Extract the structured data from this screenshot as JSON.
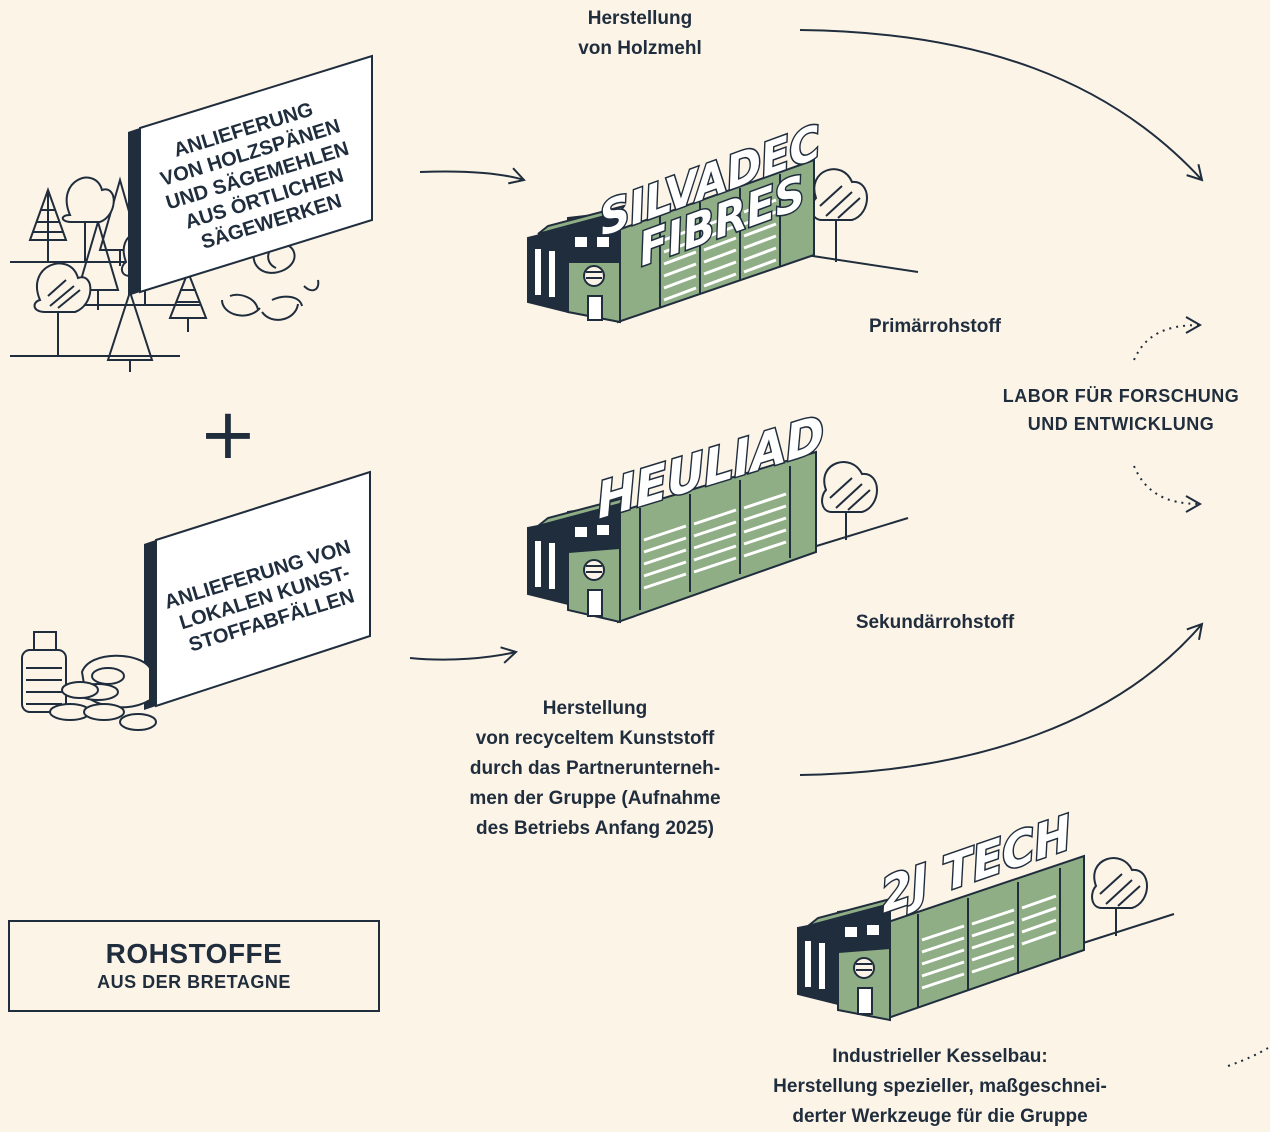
{
  "flows": {
    "wood_flour": [
      "Herstellung",
      "von Holzmehl"
    ],
    "recycled_plastic": [
      "Herstellung",
      "von recyceltem Kunststoff",
      "durch das Partnerunterneh-",
      "men der Gruppe (Aufnahme",
      "des Betriebs Anfang 2025)"
    ],
    "primary": "Primärrohstoff",
    "secondary": "Sekundärrohstoff",
    "lab": [
      "LABOR FÜR FORSCHUNG",
      "UND ENTWICKLUNG"
    ],
    "boiler": [
      "Industrieller Kesselbau:",
      "Herstellung spezieller, maßgeschnei-",
      "derter Werkzeuge für die Gruppe"
    ]
  },
  "signs": {
    "wood_delivery": [
      "ANLIEFERUNG",
      "VON HOLZSPÄNEN",
      "UND SÄGEMEHLEN",
      "AUS ÖRTLICHEN",
      "SÄGEWERKEN"
    ],
    "plastic_delivery": [
      "ANLIEFERUNG VON",
      "LOKALEN KUNST-",
      "STOFFABFÄLLEN"
    ]
  },
  "plus": "+",
  "factories": {
    "silvadec": [
      "SILVADEC",
      "FIBRES"
    ],
    "heuliad": "HEULIAD",
    "twoj": "2J TECH"
  },
  "legend": {
    "title": "ROHSTOFFE",
    "subtitle": "AUS DER BRETAGNE"
  },
  "colors": {
    "background": "#fdf4e8",
    "ink": "#1f2d3d",
    "green": "#8fae86"
  }
}
